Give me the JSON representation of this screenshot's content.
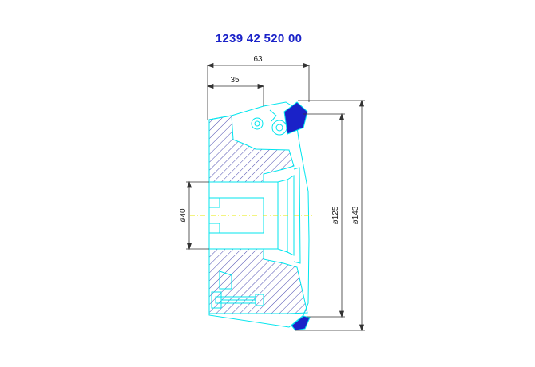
{
  "title": "1239 42 520 00",
  "dimensions": {
    "width_total": "63",
    "width_partial": "35",
    "bore_diameter": "ø40",
    "inner_diameter": "ø125",
    "outer_diameter": "ø143"
  },
  "colors": {
    "outline": "#00e5ee",
    "hatch": "#3a3aa8",
    "insert": "#1a22c8",
    "dimension": "#333333",
    "centerline": "#e8e800",
    "title": "#1a22c8"
  }
}
